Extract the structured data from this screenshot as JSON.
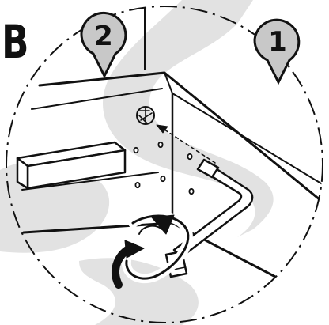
{
  "step_letter": "B",
  "callouts": [
    {
      "label": "2"
    },
    {
      "label": "1"
    }
  ],
  "colors": {
    "line": "#111111",
    "callout_fill": "#c8c8c8",
    "watermark": "#e2e2e2",
    "background": "#ffffff"
  },
  "icons": [
    "hex-key",
    "rotation-arrow",
    "fastener-hole-marker",
    "dashed-detail-circle"
  ]
}
